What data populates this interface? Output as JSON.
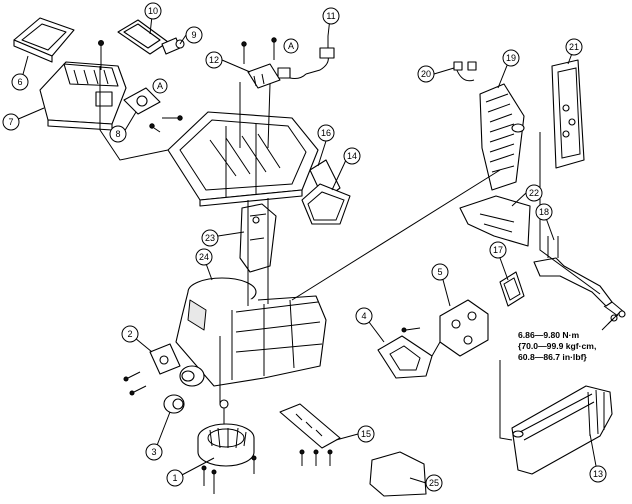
{
  "callouts": [
    {
      "id": "c1",
      "label": "1"
    },
    {
      "id": "c2",
      "label": "2"
    },
    {
      "id": "c3",
      "label": "3"
    },
    {
      "id": "c4",
      "label": "4"
    },
    {
      "id": "c5",
      "label": "5"
    },
    {
      "id": "c6",
      "label": "6"
    },
    {
      "id": "c7",
      "label": "7"
    },
    {
      "id": "c8",
      "label": "8"
    },
    {
      "id": "c9",
      "label": "9"
    },
    {
      "id": "c10",
      "label": "10"
    },
    {
      "id": "c11",
      "label": "11"
    },
    {
      "id": "c12",
      "label": "12"
    },
    {
      "id": "c13",
      "label": "13"
    },
    {
      "id": "c14",
      "label": "14"
    },
    {
      "id": "c15",
      "label": "15"
    },
    {
      "id": "c16",
      "label": "16"
    },
    {
      "id": "c17",
      "label": "17"
    },
    {
      "id": "c18",
      "label": "18"
    },
    {
      "id": "c19",
      "label": "19"
    },
    {
      "id": "c20",
      "label": "20"
    },
    {
      "id": "c21",
      "label": "21"
    },
    {
      "id": "c22",
      "label": "22"
    },
    {
      "id": "c23",
      "label": "23"
    },
    {
      "id": "c24",
      "label": "24"
    },
    {
      "id": "c25",
      "label": "25"
    }
  ],
  "connector_marks": {
    "a1": "A",
    "a2": "A"
  },
  "torque_spec": {
    "line1": "6.86—9.80 N·m",
    "line2": "{70.0—99.9 kgf·cm,",
    "line3": "60.8—86.7 in·lbf}"
  }
}
